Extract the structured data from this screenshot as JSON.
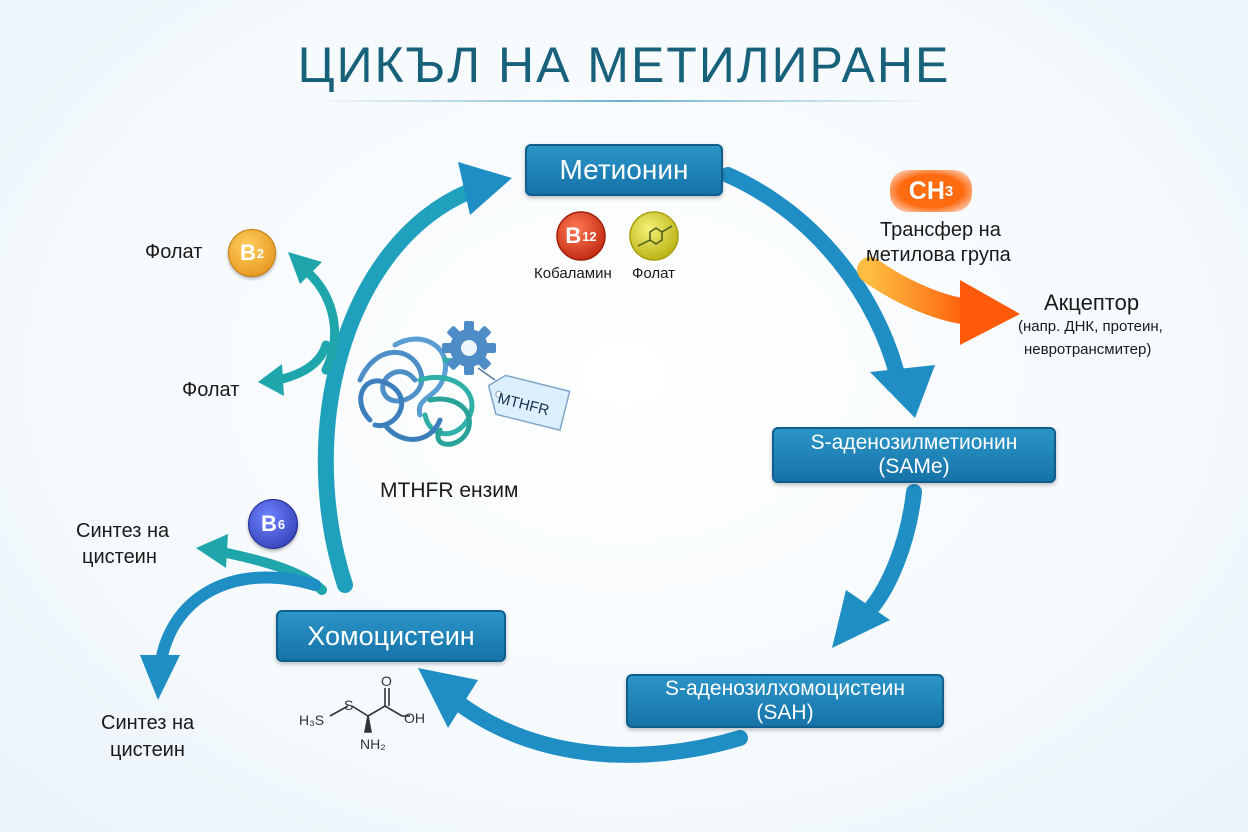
{
  "title": "ЦИКЪЛ НА МЕТИЛИРАНЕ",
  "nodes": {
    "methionine": "Метионин",
    "same_line1": "S-аденозилметионин",
    "same_line2": "(SAMe)",
    "sah_line1": "S-аденозилхомоцистеин",
    "sah_line2": "(SAH)",
    "homocysteine": "Хомоцистеин"
  },
  "cofactors": {
    "b12_letter": "B",
    "b12_number": "12",
    "b12_name": "Кобаламин",
    "folate_center_name": "Фолат",
    "b2_letter": "B",
    "b2_number": "2",
    "b6_letter": "B",
    "b6_number": "6"
  },
  "methyl_transfer": {
    "group_main": "CH",
    "group_sub": "3",
    "line1": "Трансфер на",
    "line2": "метилова група",
    "acceptor": "Акцептор",
    "acceptor_note1": "(напр. ДНК, протеин,",
    "acceptor_note2": "невротрансмитер)"
  },
  "side_labels": {
    "folate_top": "Фолат",
    "folate_bottom": "Фолат",
    "cysteine_upper_line1": "Синтез на",
    "cysteine_upper_line2": "цистеин",
    "cysteine_lower_line1": "Синтез на",
    "cysteine_lower_line2": "цистеин"
  },
  "enzyme": {
    "tag": "MTHFR",
    "caption": "MTHFR ензим"
  },
  "molecule": {
    "h3s": "H₃S",
    "s": "S",
    "o": "O",
    "oh": "OH",
    "nh2": "NH₂"
  },
  "colors": {
    "node_blue": "#1d7fb5",
    "arrow_blue": "#1f8ec4",
    "arrow_teal": "#1fa6ad",
    "title_teal": "#17617a",
    "ch3_orange": "#ff6a10",
    "b12_red": "#d93a1c",
    "b2_orange": "#f2a91c",
    "b6_blue": "#3b4fc0",
    "folate_yellow": "#d8d21a"
  }
}
